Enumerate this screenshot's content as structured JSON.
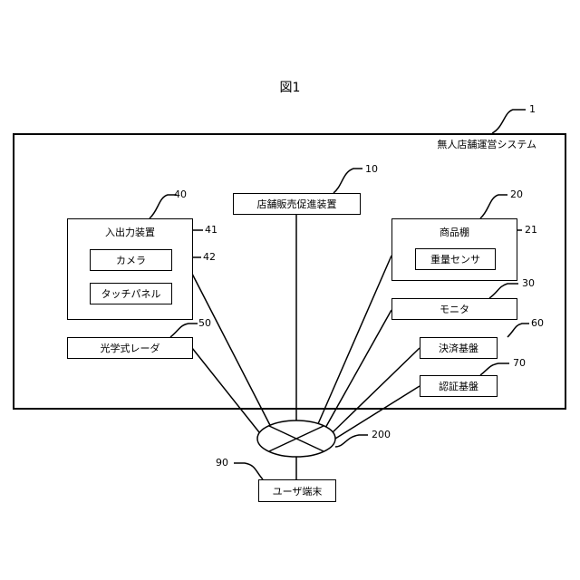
{
  "figure_title": "図1",
  "system": {
    "ref": "1",
    "label": "無人店舗運営システム"
  },
  "promotion_device": {
    "ref": "10",
    "label": "店舗販売促進装置"
  },
  "shelf": {
    "ref": "20",
    "label": "商品棚",
    "sensor": {
      "ref": "21",
      "label": "重量センサ"
    }
  },
  "monitor": {
    "ref": "30",
    "label": "モニタ"
  },
  "io_device": {
    "ref": "40",
    "label": "入出力装置",
    "camera": {
      "ref": "41",
      "label": "カメラ"
    },
    "touch_panel": {
      "ref": "42",
      "label": "タッチパネル"
    }
  },
  "lidar": {
    "ref": "50",
    "label": "光学式レーダ"
  },
  "payment_board": {
    "ref": "60",
    "label": "決済基盤"
  },
  "auth_board": {
    "ref": "70",
    "label": "認証基盤"
  },
  "user_terminal": {
    "ref": "90",
    "label": "ユーザ端末"
  },
  "network": {
    "ref": "200"
  }
}
